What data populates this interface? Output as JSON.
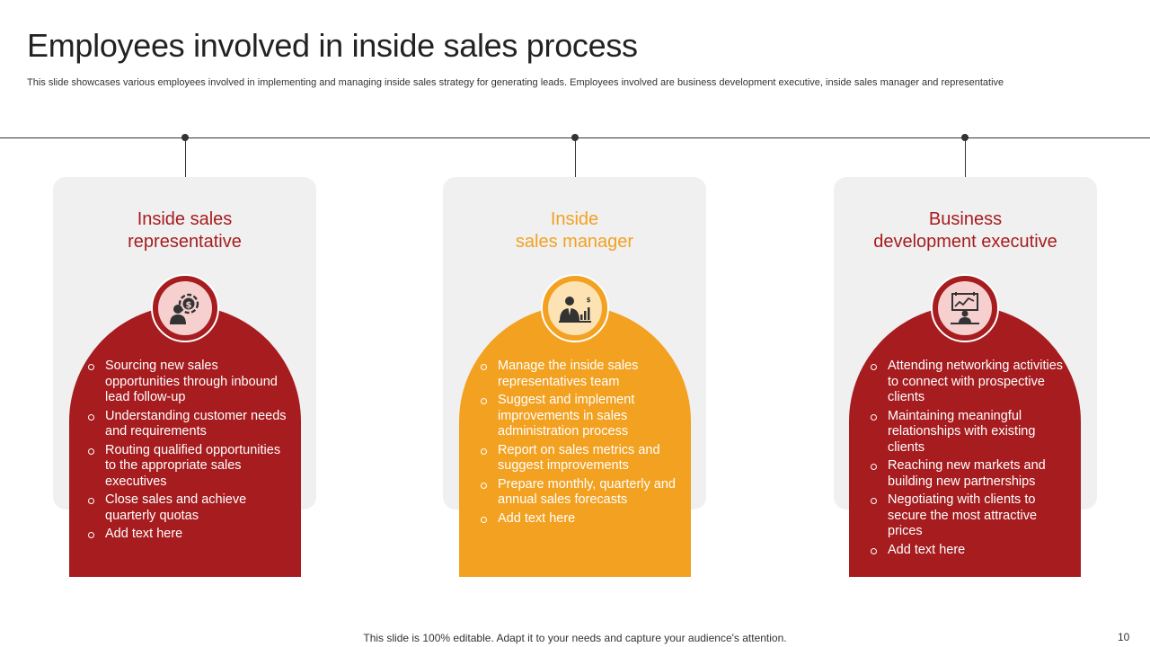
{
  "slide": {
    "title": "Employees involved in inside sales process",
    "subtitle": "This slide showcases various employees involved in implementing and managing inside sales strategy for generating leads. Employees involved are business development executive, inside sales manager and representative",
    "footer": "This slide is 100% editable. Adapt it to your needs and capture your audience's attention.",
    "page_number": "10"
  },
  "colors": {
    "red": "#a61c1f",
    "orange": "#f2a121",
    "card_background": "#f0f0f0",
    "icon_light_red": "#f6cfcf",
    "icon_light_orange": "#fde3b4"
  },
  "cards": [
    {
      "title_line1": "Inside sales",
      "title_line2": "representative",
      "icon": "salesperson-dollar-icon",
      "bullets": [
        "Sourcing new sales opportunities through inbound lead follow-up",
        "Understanding customer needs and requirements",
        "Routing qualified opportunities to the appropriate sales executives",
        "Close sales and achieve quarterly quotas",
        "Add text here"
      ]
    },
    {
      "title_line1": "Inside",
      "title_line2": "sales manager",
      "icon": "manager-growth-chart-icon",
      "bullets": [
        "Manage the inside sales representatives team",
        "Suggest and implement improvements in sales administration process",
        "Report on sales metrics and suggest improvements",
        "Prepare monthly, quarterly and annual sales forecasts",
        "Add text here"
      ]
    },
    {
      "title_line1": "Business",
      "title_line2": "development executive",
      "icon": "presenter-board-icon",
      "bullets": [
        "Attending networking activities to connect with prospective clients",
        "Maintaining meaningful relationships with existing clients",
        "Reaching new markets and building new partnerships",
        "Negotiating with clients to secure the most attractive prices",
        "Add text here"
      ]
    }
  ]
}
